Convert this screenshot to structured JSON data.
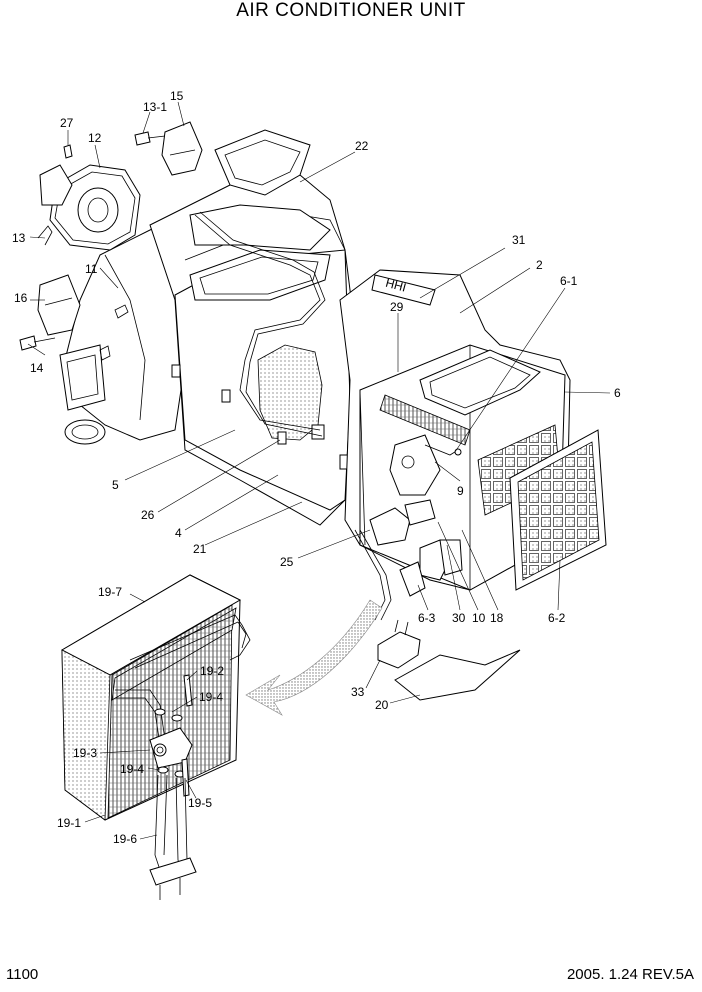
{
  "header": {
    "title": "AIR CONDITIONER UNIT"
  },
  "footer": {
    "page": "1100",
    "revision": "2005. 1.24  REV.5A"
  },
  "labels": {
    "p15": "15",
    "p13_1": "13-1",
    "p27": "27",
    "p12": "12",
    "p22": "22",
    "p13": "13",
    "p11": "11",
    "p31": "31",
    "p2": "2",
    "p6_1": "6-1",
    "p16": "16",
    "p29": "29",
    "p14": "14",
    "p6": "6",
    "p5": "5",
    "p9": "9",
    "p26": "26",
    "p4": "4",
    "p21": "21",
    "p25": "25",
    "p6_3": "6-3",
    "p30": "30",
    "p10": "10",
    "p18": "18",
    "p6_2": "6-2",
    "p19_7": "19-7",
    "p19_2": "19-2",
    "p19_4a": "19-4",
    "p33": "33",
    "p20": "20",
    "p19_3": "19-3",
    "p19_4b": "19-4",
    "p19_5": "19-5",
    "p19_1": "19-1",
    "p19_6": "19-6"
  },
  "decals": {
    "hhi": "HHI"
  }
}
